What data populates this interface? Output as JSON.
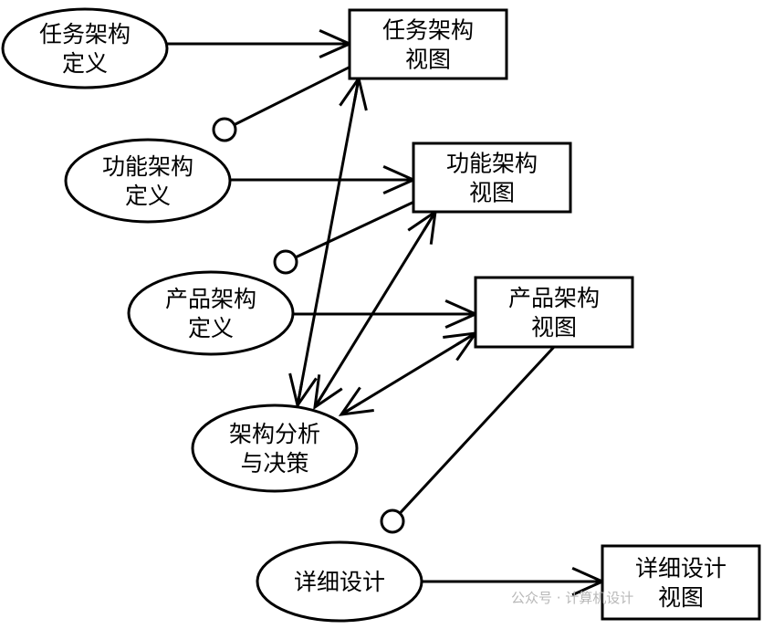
{
  "colors": {
    "stroke": "#000000",
    "fill": "#ffffff",
    "watermark": "#b8b8b8"
  },
  "ellipses": [
    {
      "id": "mission-arch-def",
      "lines": [
        "任务架构",
        "定义"
      ]
    },
    {
      "id": "function-arch-def",
      "lines": [
        "功能架构",
        "定义"
      ]
    },
    {
      "id": "product-arch-def",
      "lines": [
        "产品架构",
        "定义"
      ]
    },
    {
      "id": "arch-analysis",
      "lines": [
        "架构分析",
        "与决策"
      ]
    },
    {
      "id": "detailed-design",
      "lines": [
        "详细设计"
      ]
    }
  ],
  "boxes": [
    {
      "id": "mission-arch-view",
      "lines": [
        "任务架构",
        "视图"
      ]
    },
    {
      "id": "function-arch-view",
      "lines": [
        "功能架构",
        "视图"
      ]
    },
    {
      "id": "product-arch-view",
      "lines": [
        "产品架构",
        "视图"
      ]
    },
    {
      "id": "detailed-design-view",
      "lines": [
        "详细设计",
        "视图"
      ]
    }
  ],
  "arrows": [
    {
      "from": "mission-arch-def",
      "to": "mission-arch-view",
      "kind": "single"
    },
    {
      "from": "function-arch-def",
      "to": "function-arch-view",
      "kind": "single"
    },
    {
      "from": "product-arch-def",
      "to": "product-arch-view",
      "kind": "single"
    },
    {
      "from": "detailed-design",
      "to": "detailed-design-view",
      "kind": "single"
    },
    {
      "from": "arch-analysis",
      "to": "mission-arch-view",
      "kind": "double"
    },
    {
      "from": "arch-analysis",
      "to": "function-arch-view",
      "kind": "double"
    },
    {
      "from": "arch-analysis",
      "to": "product-arch-view",
      "kind": "double"
    }
  ],
  "links": [
    {
      "from": "function-arch-def",
      "to": "mission-arch-view"
    },
    {
      "from": "product-arch-def",
      "to": "function-arch-view"
    },
    {
      "from": "detailed-design",
      "to": "product-arch-view"
    }
  ],
  "watermark": "公众号 · 计算机设计"
}
